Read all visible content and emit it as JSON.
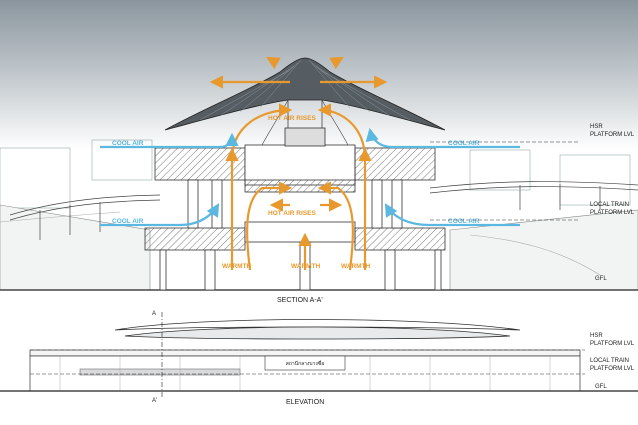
{
  "section": {
    "title": "SECTION A-A'",
    "airflow_labels": {
      "cool_air_left_upper": "COOL AIR",
      "cool_air_left_lower": "COOL AIR",
      "cool_air_right_upper": "COOL AIR",
      "cool_air_right_lower": "COOL AIR",
      "hot_air_rises_upper": "HOT AIR RISES",
      "hot_air_rises_lower": "HOT AIR RISES",
      "warmth_left": "WARMTH",
      "warmth_center": "WARMTH",
      "warmth_right": "WARMTH"
    },
    "levels": {
      "hsr_line1": "HSR",
      "hsr_line2": "PLATFORM LVL",
      "local_line1": "LOCAL TRAIN",
      "local_line2": "PLATFORM LVL",
      "gfl": "GFL"
    }
  },
  "elevation": {
    "title": "ELEVATION",
    "section_mark_top": "A",
    "section_mark_bottom": "A'",
    "station_sign": "สถานีกลางบางซื่อ",
    "levels": {
      "hsr_line1": "HSR",
      "hsr_line2": "PLATFORM LVL",
      "local_line1": "LOCAL TRAIN",
      "local_line2": "PLATFORM LVL",
      "gfl": "GFL"
    }
  },
  "colors": {
    "cool_air": "#5bb8e0",
    "hot_air": "#e8992e",
    "line": "#3a3a3a",
    "sky_top": "#8e9aa2"
  }
}
